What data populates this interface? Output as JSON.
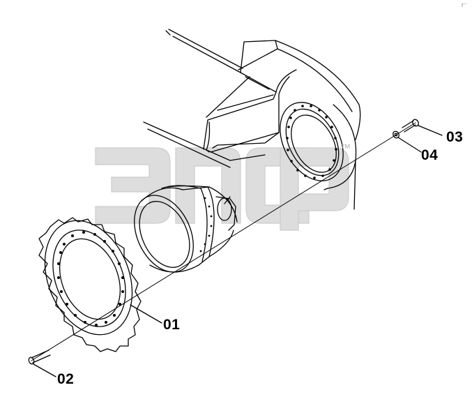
{
  "diagram": {
    "parts": [
      {
        "id": "01",
        "description": "travel drive motor with sprocket"
      },
      {
        "id": "02",
        "description": "bolt"
      },
      {
        "id": "03",
        "description": "bolt"
      },
      {
        "id": "04",
        "description": "washer"
      }
    ],
    "callouts": {
      "p01": "01",
      "p02": "02",
      "p03": "03",
      "p04": "04"
    },
    "watermark": {
      "trademark": "™"
    },
    "corner_mark": "r⁻",
    "colors": {
      "line": "#000000",
      "watermark_fill": "#d8d8d8",
      "background": "#ffffff"
    }
  }
}
